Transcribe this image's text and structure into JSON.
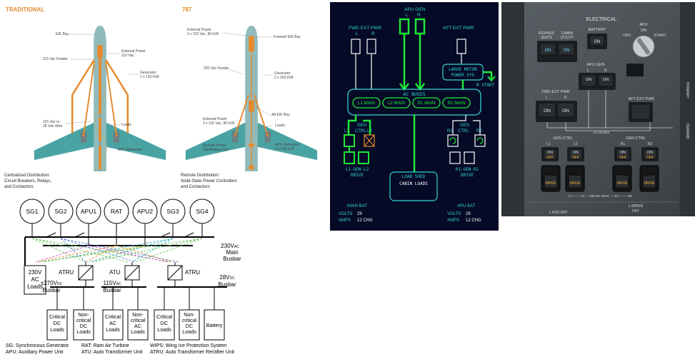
{
  "aircraft": {
    "traditional_title": "TRADITIONAL",
    "b787_title": "787",
    "trad_labels": {
      "ee_bay": "E/E Bay",
      "ext_power": "External Power\n115 Vac",
      "feeder": "115 Vac Feeder",
      "generator": "Generator\n1 x 120 kVA",
      "wire": "115 Vac or\n28 Vdc Wire",
      "loads": "Loads",
      "apu": "APU Generator"
    },
    "b787_labels": {
      "ext_power_top": "External Power\n2 x 115 Vac, 90 kVA",
      "fwd_ee": "Forward E/E Bay",
      "feeder": "230 Vac Feeder",
      "generator": "Generator\n2 x 250 kVA",
      "aft_ee": "Aft E/E Bay",
      "ext_power_bot": "External Power\n2 x 115 Vac, 90 kVA",
      "loads": "Loads",
      "rpdu": "Remote Power\nDistribution Unit",
      "apu": "APU Generator\n2 x 225 kVA"
    },
    "trad_caption": "Centralized Distribution:\nCircuit Breakers, Relays,\nand Contactors",
    "b787_caption": "Remote Distribution:\nSolid-State Power Controllers\nand Contactors"
  },
  "schematic": {
    "sources": [
      "SG1",
      "SG2",
      "APU1",
      "RAT",
      "APU2",
      "SG3",
      "SG4"
    ],
    "main_busbar": "230V",
    "main_busbar_sub": "AC",
    "main_busbar_suffix": "Main\nBusbar",
    "ac_loads": "230V\nAC\nLoads",
    "atru1": "ATRU",
    "atu": "ATU",
    "atru2": "ATRU",
    "dc270": "±270V",
    "dc270_sub": "DC",
    "dc270_suffix": "Busbar",
    "ac115": "115V",
    "ac115_sub": "AC",
    "ac115_suffix": "Busbar",
    "dc28": "28V",
    "dc28_sub": "DC",
    "dc28_suffix": "Busbar",
    "load_boxes": [
      "Critical\nDC\nLoads",
      "Non-\ncritical\nDC\nLoads",
      "Critical\nAC\nLoads",
      "Non-\ncritical\nAC\nLoads",
      "Critical\nDC\nLoads",
      "Non-\ncritical\nDC\nLoads",
      "Battery"
    ],
    "legend": {
      "sg": "SG: Synchronous Generator",
      "apu": "APU: Auxiliary Power Unit",
      "rat": "RAT: Ram Air Turbine",
      "atu": "ATU: Auto Transformer Unit",
      "wips": "WIPS: Wing Ice Protection System",
      "atru": "ATRU: Auto Transformer Rectifier Unit"
    }
  },
  "synoptic": {
    "apu_gen": "APU GEN",
    "apu_l": "L",
    "apu_r": "R",
    "fwd_ext": "FWD EXT PWR",
    "fwd_l": "L",
    "fwd_r": "R",
    "aft_ext": "AFT EXT PWR",
    "large_motor": "LARGE MOTOR\nPOWER SYS",
    "r_start": "R START",
    "ac_buses": "AC BUSES",
    "buses": [
      "L1 MAIN",
      "L2 MAIN",
      "R1 MAIN",
      "R2 MAIN"
    ],
    "left_gen": "GEN",
    "left_ctrl": "CTRL",
    "left_l1": "L1",
    "left_l2": "L2",
    "right_gen": "GEN",
    "right_ctrl": "CTRL",
    "right_r1": "R1",
    "right_r2": "R2",
    "left_drive": "L1-GEN-L2\nDRIVE",
    "right_drive": "R1-GEN-R2\nDRIVE",
    "load_shed": "LOAD SHED",
    "cabin_loads": "CABIN LOADS",
    "main_bat": "MAIN BAT",
    "apu_bat": "APU BAT",
    "volts_label": "VOLTS",
    "amps_label": "AMPS",
    "main_volts": "29",
    "main_amps": "12 CHG",
    "apu_volts": "29",
    "apu_amps": "12 CHG"
  },
  "panel": {
    "title": "ELECTRICAL",
    "ife": "IFE/PASS\nSEATS",
    "cabin": "CABIN/\nUTILITY",
    "battery": "BATTERY",
    "on": "ON",
    "apu": "APU",
    "apu_on": "ON",
    "off": "OFF",
    "start": "START",
    "apu_gen": "APU GEN",
    "l": "L",
    "r": "R",
    "fwd_ext": "FWD EXT PWR",
    "aft_ext": "AFT EXT PWR",
    "ac_buses": "AC BUSES",
    "gen_ctrl": "GEN CTRL",
    "l1": "L1",
    "l2": "L2",
    "r1": "R1",
    "r2": "R2",
    "drive": "DRIVE",
    "drive_disc": "L1 —— L2 — DRIVE DISC — R1 —— R2",
    "hud": "L HUD BRT",
    "wiper": "L WIPER\nOFF",
    "primary": "PRIMARY",
    "demand": "DEMAND"
  },
  "colors": {
    "teal": "#4aa3a3",
    "orange": "#e58a2e",
    "green": "#22e83a",
    "cyan": "#33d6d6",
    "navy": "#050a26"
  }
}
